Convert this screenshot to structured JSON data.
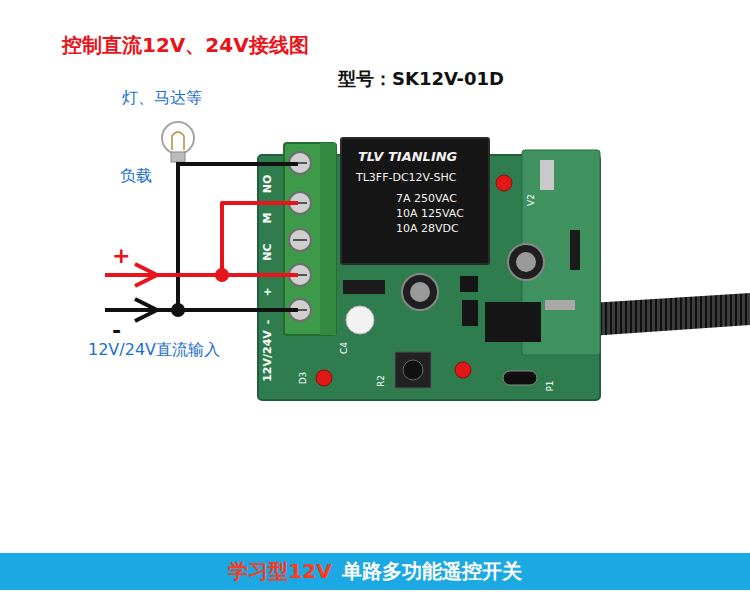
{
  "diagram": {
    "title": "控制直流12V、24V接线图",
    "nodes": [
      {
        "text": [
          "NO",
          "M",
          "NC",
          "+",
          "-",
          "12V/24V"
        ]
      },
      {
        "text": [
          "TLV TIANLING",
          "TL3FF-DC12V-SHC",
          "7A 250VAC",
          "10A 125VAC",
          "10A 28VDC"
        ],
        "in": 0
      }
    ],
    "labels": [
      "型号：SK12V-01D",
      "灯、马达等",
      "负载",
      "+",
      "-",
      "12V/24V直流输入",
      "D3",
      "R2",
      "C4",
      "V2",
      "P1",
      "学习型12V",
      "单路多功能遥控开关"
    ]
  }
}
